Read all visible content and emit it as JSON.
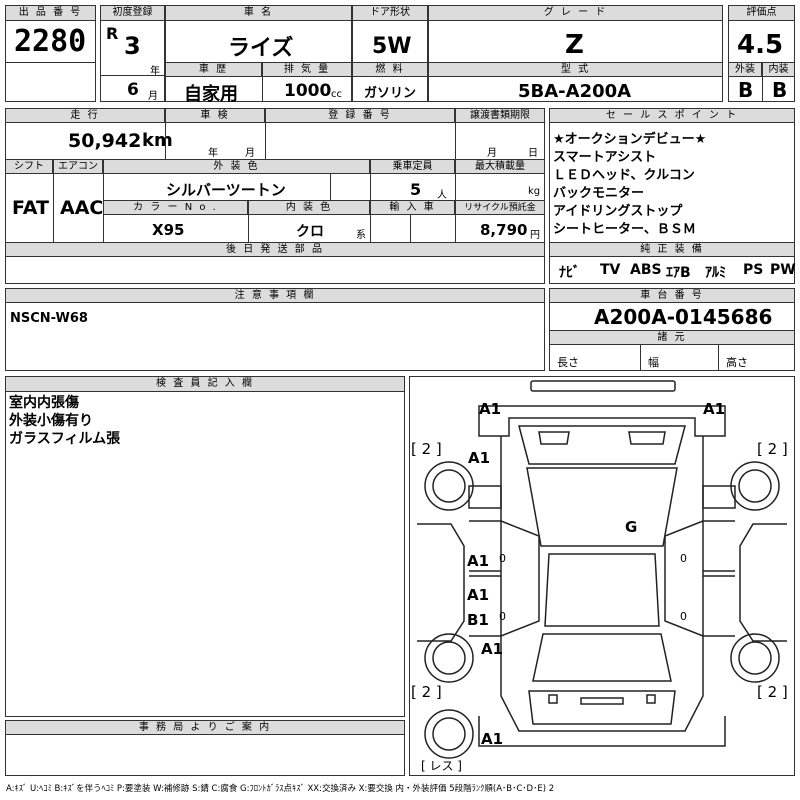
{
  "header": {
    "lot_label": "出 品 番 号",
    "lot_number": "2280",
    "first_reg_label": "初度登録",
    "era": "R",
    "year": "3",
    "year_unit": "年",
    "month": "6",
    "month_unit": "月",
    "name_label": "車 名",
    "name_value": "ライズ",
    "history_label": "車 歴",
    "history_value": "自家用",
    "displacement_label": "排 気 量",
    "displacement_value": "1000",
    "displacement_unit": "cc",
    "door_label": "ドア形状",
    "door_value": "5W",
    "fuel_label": "燃 料",
    "fuel_value": "ガソリン",
    "grade_label": "グ レ ー ド",
    "grade_value": "Z",
    "model_label": "型 式",
    "model_value": "5BA-A200A",
    "score_label": "評価点",
    "score_value": "4.5",
    "exterior_label": "外装",
    "exterior_value": "B",
    "interior_label": "内装",
    "interior_value": "B"
  },
  "row2": {
    "mileage_label": "走 行",
    "mileage_value": "50,942",
    "mileage_unit": "km",
    "inspection_label": "車 検",
    "inspection_year_unit": "年",
    "inspection_month_unit": "月",
    "registration_label": "登 録 番 号",
    "transfer_label": "譲渡書類期限",
    "transfer_month_unit": "月",
    "transfer_day_unit": "日",
    "shift_label": "シフト",
    "shift_value": "FAT",
    "ac_label": "エアコン",
    "ac_value": "AAC",
    "color_label": "外 装 色",
    "color_value": "シルバーツートン",
    "capacity_label": "乗車定員",
    "capacity_value": "5",
    "capacity_unit": "人",
    "load_label": "最大積載量",
    "load_unit": "kg",
    "color_no_label": "カ ラ ー N o .",
    "color_no_value": "X95",
    "interior_color_label": "内 装 色",
    "interior_color_value": "クロ",
    "interior_color_unit": "系",
    "import_label": "輸 入 車",
    "recycle_label": "リサイクル預託金",
    "recycle_value": "8,790",
    "recycle_unit": "円",
    "later_parts_label": "後 日 発 送 部 品"
  },
  "selling_points": {
    "label": "セ ー ル ス ポ イ ン ト",
    "items": [
      "★オークションデビュー★",
      "スマートアシスト",
      "ＬＥＤヘッド、クルコン",
      "バックモニター",
      "アイドリングストップ",
      "シートヒーター、ＢＳＭ"
    ]
  },
  "equipment": {
    "label": "純 正 装 備",
    "items": [
      "ﾅﾋﾞ",
      "TV",
      "ABS",
      "ｴｱB",
      "ｱﾙﾐ",
      "PS",
      "PW"
    ]
  },
  "notes": {
    "label": "注 意 事 項 欄",
    "value": "NSCN-W68"
  },
  "chassis": {
    "label": "車 台 番 号",
    "value": "A200A-0145686",
    "specs_label": "諸 元",
    "length_label": "長さ",
    "width_label": "幅",
    "height_label": "高さ"
  },
  "inspector": {
    "label": "検 査 員 記 入 欄",
    "lines": [
      "室内内張傷",
      "外装小傷有り",
      "ガラスフィルム張"
    ]
  },
  "office": {
    "label": "事 務 局 よ り ご 案 内"
  },
  "diagram": {
    "marks": {
      "front_left": "A1",
      "front_right": "A1",
      "tire_fl": "[ 2 ]",
      "tire_fr": "[ 2 ]",
      "fender_fl": "A1",
      "windshield": "G",
      "door_fl": "A1",
      "door_fl_zero": "0",
      "door_fr_zero": "0",
      "door_rl_a": "A1",
      "door_rl_b": "B1",
      "door_rl_zero": "0",
      "door_rr_zero": "0",
      "quarter_rl": "A1",
      "tire_rl": "[ 2 ]",
      "tire_rr": "[ 2 ]",
      "rear_bumper": "A1",
      "spare": "[ レス ]"
    }
  },
  "legend": "A:ｷｽﾞ U:ﾍｺﾐ B:ｷｽﾞを伴うﾍｺﾐ P:要塗装 W:補修跡 S:錆 C:腐食 G:ﾌﾛﾝﾄｶﾞﾗｽ点ｷｽﾞ XX:交換済み X:要交換 内・外装評価 5段階ﾗﾝｸ順(A･B･C･D･E) 2"
}
